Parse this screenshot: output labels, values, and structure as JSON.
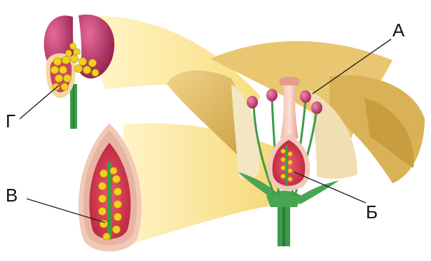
{
  "labels": {
    "a": "А",
    "b": "Б",
    "v": "В",
    "g": "Г"
  },
  "colors": {
    "petal": "#e8c673",
    "petal_shade": "#c99d3e",
    "petal_inner": "#f3e6c0",
    "beam": "#fbe79a",
    "stem": "#3e9a4a",
    "stem_dark": "#2c7a37",
    "anther": "#c2366b",
    "anther_light": "#e06a94",
    "ovary_wall": "#f1c9b8",
    "ovary_inner": "#d8364f",
    "ovule": "#e9d21d"
  }
}
